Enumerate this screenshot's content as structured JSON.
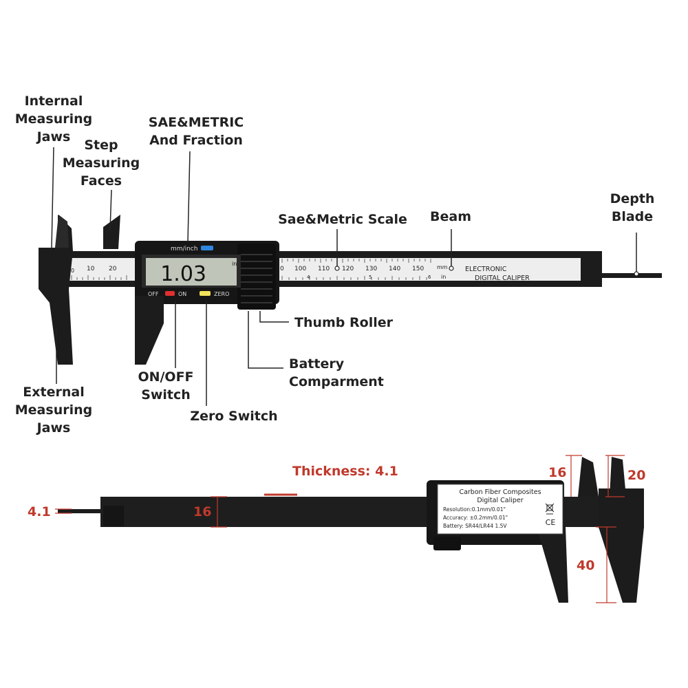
{
  "labels": {
    "internal_jaws": "Internal\nMeasuring\nJaws",
    "step_faces": "Step\nMeasuring\nFaces",
    "sae_fraction": "SAE&METRIC\nAnd Fraction",
    "sae_scale": "Sae&Metric Scale",
    "beam": "Beam",
    "depth_blade": "Depth\nBlade",
    "thumb_roller": "Thumb Roller",
    "battery": "Battery\nComparment",
    "on_off": "ON/OFF\nSwitch",
    "zero_switch": "Zero Switch",
    "external_jaws": "External\nMeasuring\nJaws"
  },
  "caliper": {
    "unit_button": "mm/inch",
    "display_value": "1.03",
    "display_unit": "in",
    "off_label": "OFF",
    "on_label": "ON",
    "zero_label": "ZERO",
    "beam_text_1": "ELECTRONIC",
    "beam_text_2": "DIGITAL CALIPER",
    "unit_mm": "mm",
    "unit_in": "in",
    "mm_ticks_left": [
      "0",
      "10",
      "20"
    ],
    "mm_ticks_right": [
      "0",
      "100",
      "110",
      "120",
      "130",
      "140",
      "150"
    ],
    "inch_ticks": [
      "4",
      "5",
      "6"
    ]
  },
  "spec_label": {
    "title_1": "Carbon Fiber Composites",
    "title_2": "Digital Caliper",
    "resolution": "Resolution:0.1mm/0.01\"",
    "accuracy": "Accuracy: ±0.2mm/0.01\"",
    "battery": "Battery: SR44/LR44 1.5V",
    "ce_mark": "CE"
  },
  "dimensions": {
    "thickness": "Thickness: 4.1",
    "blade_thickness": "4.1",
    "beam_height": "16",
    "jaw_top_16": "16",
    "jaw_top_20": "20",
    "jaw_bottom_40": "40"
  },
  "colors": {
    "caliper_body": "#1c1c1c",
    "label_text": "#222222",
    "dimension_red": "#c0392b",
    "lcd_bg": "#bfc5b8",
    "scale_bg": "#eeeeee"
  }
}
